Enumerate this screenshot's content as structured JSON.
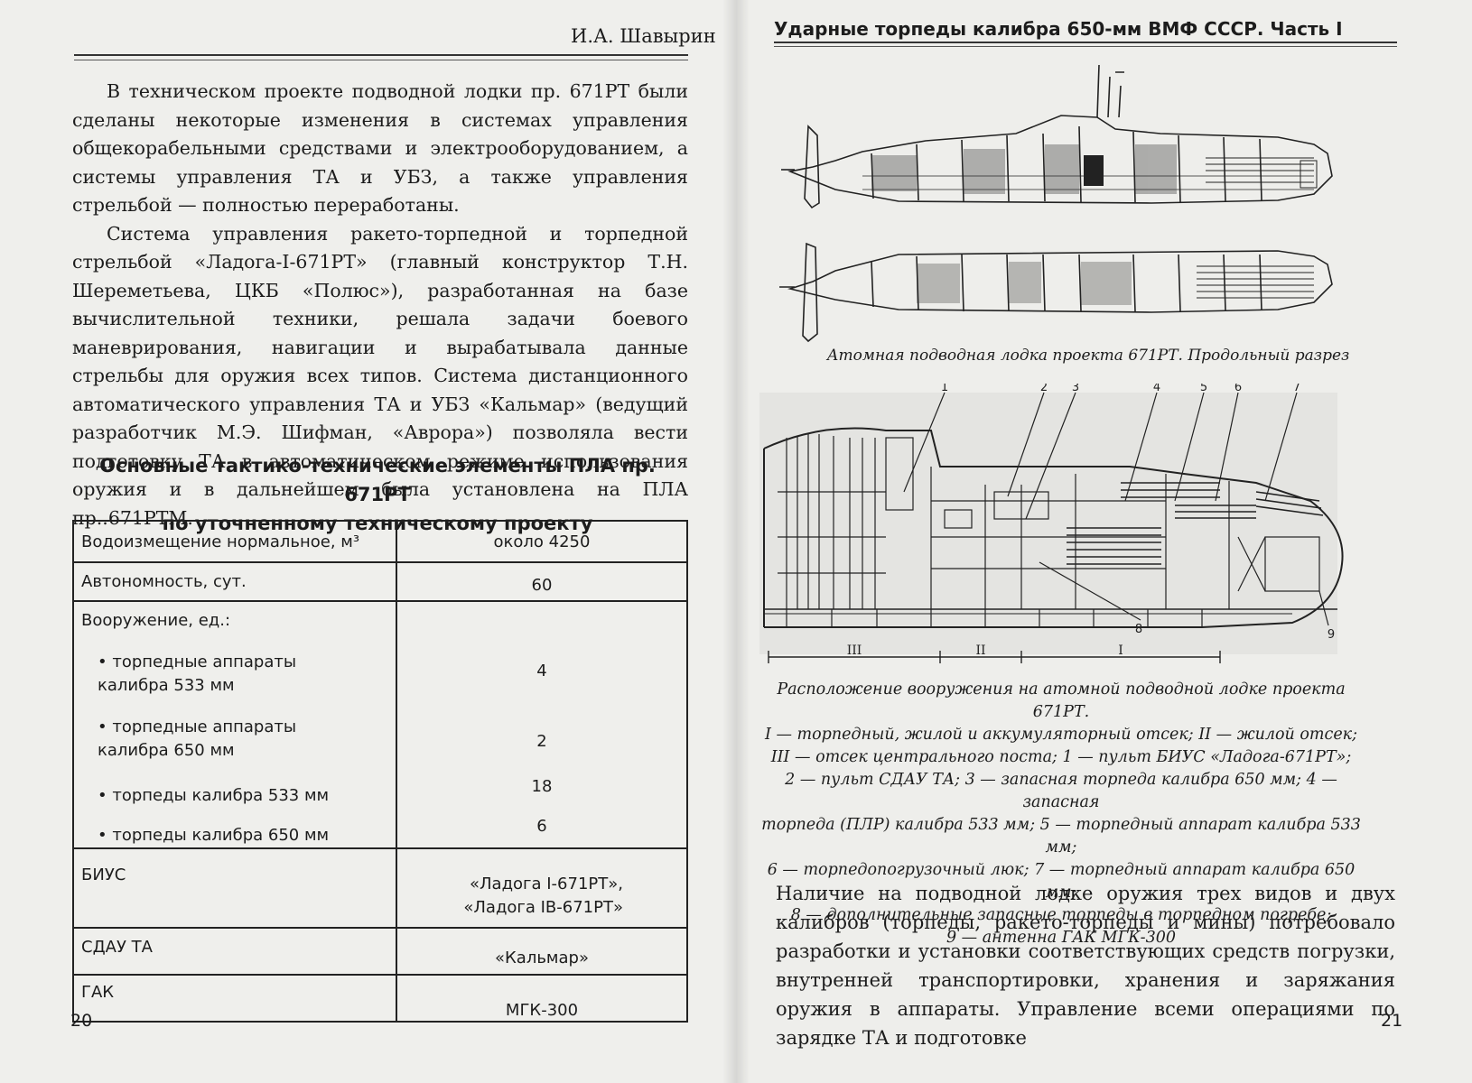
{
  "left_page": {
    "running_head": "И.А. Шавырин",
    "paragraphs": [
      "В техническом проекте подводной лодки пр. 671РТ были сделаны некоторые изменения в системах управления общекорабельными средствами и электрооборудованием, а системы управления ТА и УБЗ, а также управления стрельбой — полностью переработаны.",
      "Система управления ракето-торпедной и торпедной стрельбой «Ладога-I-671РТ» (главный конструктор Т.Н. Шереметьева, ЦКБ «Полюс»), разработанная на базе вычислительной техники, решала задачи боевого маневрирования, навигации и вырабатывала данные стрельбы для оружия всех типов. Система дистанционного автоматического управления ТА и УБЗ «Кальмар» (ведущий разработчик М.Э. Шифман, «Аврора») позволяла вести подготовку ТА в автоматическом режиме использования оружия и в дальнейшем была установлена на ПЛА пр..671РТМ."
    ],
    "table_title": [
      "Основные тактико-технические элементы ПЛА пр. 671РТ",
      "по уточненному техническому проекту"
    ],
    "table": {
      "displacement_label": "Водоизмещение нормальное, м³",
      "displacement_value": "около 4250",
      "autonomy_label": "Автономность, сут.",
      "autonomy_value": "60",
      "armament_label": "Вооружение, ед.:",
      "armament": [
        {
          "label": [
            "• торпедные аппараты",
            "калибра 533 мм"
          ],
          "value": "4"
        },
        {
          "label": [
            "• торпедные аппараты",
            "калибра 650 мм"
          ],
          "value": "2"
        },
        {
          "label": [
            "• торпеды калибра 533 мм"
          ],
          "value": "18"
        },
        {
          "label": [
            "• торпеды калибра 650 мм"
          ],
          "value": "6"
        }
      ],
      "bius_label": "БИУС",
      "bius_value": [
        "«Ладога I-671РТ»,",
        "«Ладога IВ-671РТ»"
      ],
      "sdau_label": "СДАУ ТА",
      "sdau_value": "«Кальмар»",
      "gak_label": "ГАК",
      "gak_value": "МГК-300"
    },
    "page_number": "20"
  },
  "right_page": {
    "running_head": "Ударные торпеды калибра 650-мм ВМФ СССР. Часть I",
    "figure1_caption": "Атомная подводная лодка проекта 671РТ. Продольный разрез",
    "figure2_callouts": [
      "1",
      "2",
      "3",
      "4",
      "5",
      "6",
      "7",
      "8",
      "9"
    ],
    "figure2_sections": [
      "III",
      "II",
      "I"
    ],
    "figure2_caption": [
      "Расположение вооружения на атомной подводной лодке проекта 671РТ.",
      "I — торпедный, жилой и аккумуляторный отсек; II — жилой отсек;",
      "III — отсек центрального поста; 1 — пульт БИУС «Ладога-671РТ»;",
      "2 — пульт СДАУ ТА; 3 — запасная торпеда калибра 650 мм; 4 — запасная",
      "торпеда (ПЛР) калибра 533 мм; 5 — торпедный аппарат калибра 533 мм;",
      "6 — торпедопогрузочный люк; 7 — торпедный аппарат калибра 650 мм;",
      "8 — дополнительные запасные торпеды в торпедном погребе;",
      "9 — антенна ГАК МГК-300"
    ],
    "paragraph": "Наличие на подводной лодке оружия трех видов и двух калибров (торпеды, ракето-торпеды и мины) потребовало разработки и установки соответствующих средств погрузки, внутренней транспортировки, хранения и заряжания оружия в аппараты. Управление всеми операциями по зарядке ТА и подготовке",
    "page_number": "21"
  }
}
